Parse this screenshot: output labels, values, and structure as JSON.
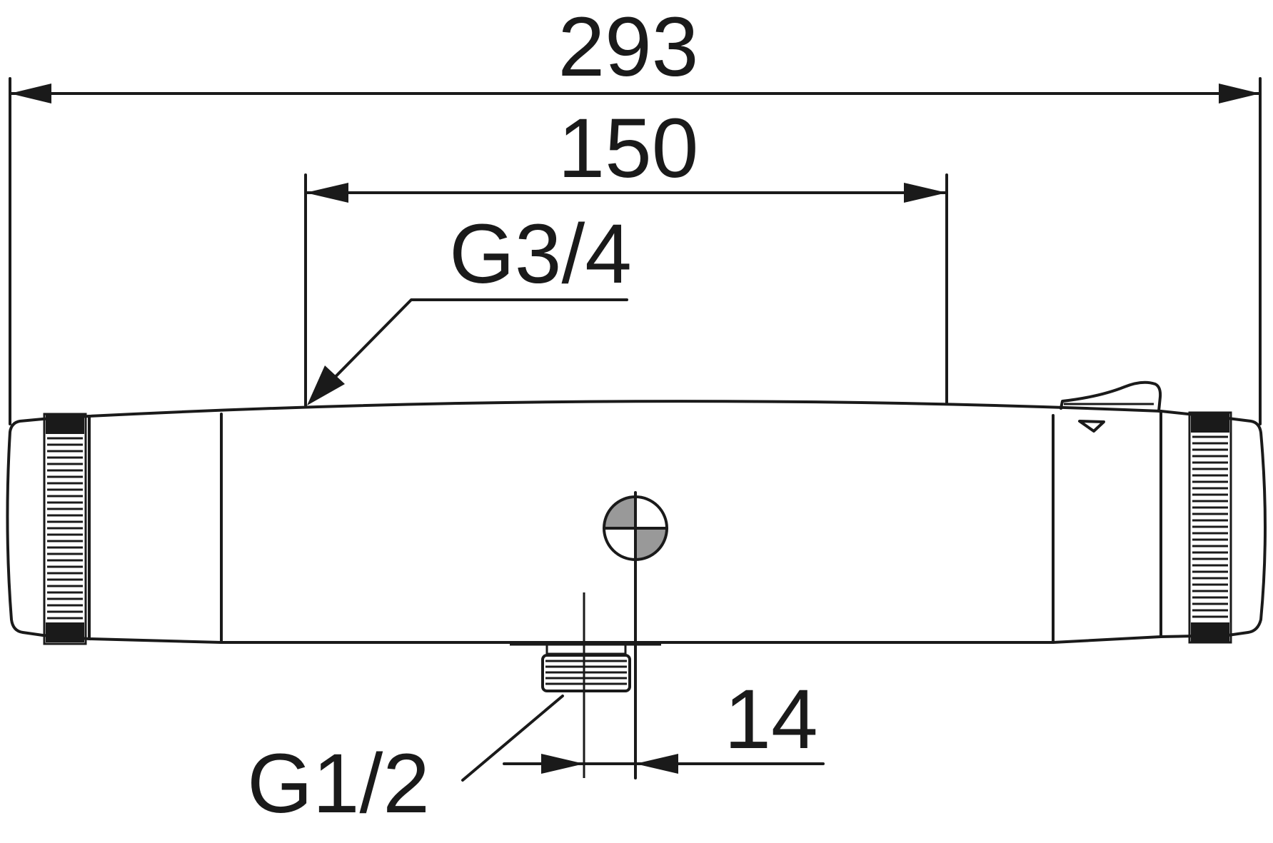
{
  "drawing": {
    "dimensions": {
      "overall_width": "293",
      "center_distance": "150",
      "outlet_offset": "14"
    },
    "threads": {
      "inlet": "G3/4",
      "outlet": "G1/2"
    },
    "colors": {
      "line": "#1a1a1a",
      "fill_marker": "#999999",
      "background": "#ffffff"
    }
  }
}
